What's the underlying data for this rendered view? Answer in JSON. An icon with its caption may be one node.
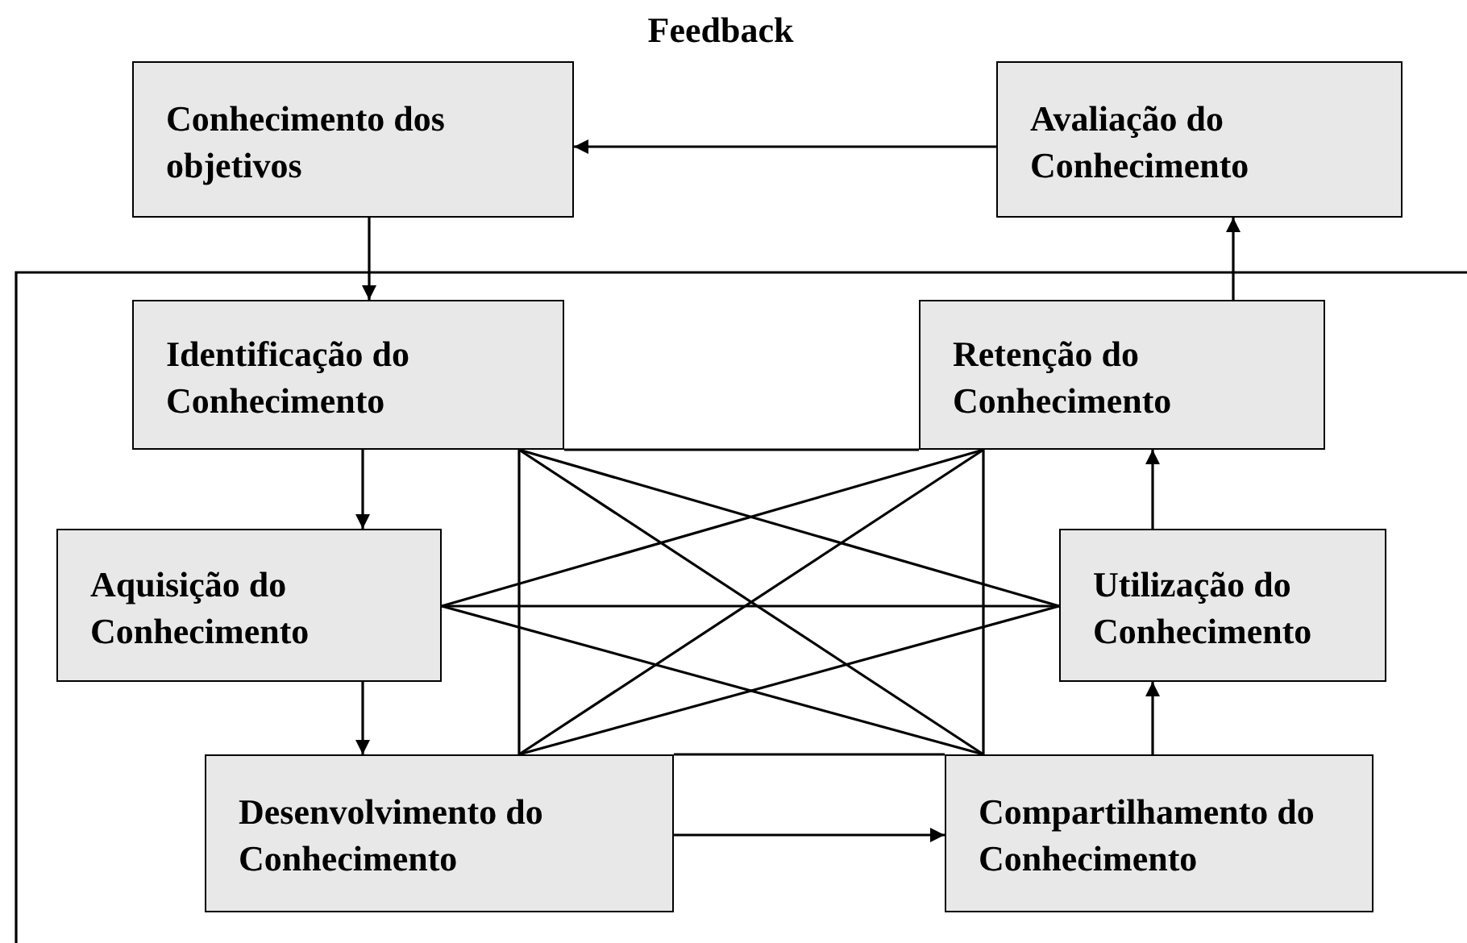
{
  "diagram": {
    "nodes": [
      {
        "text": [
          "Conhecimento dos objetivos"
        ]
      },
      {
        "text": [
          "Avaliação do Conhecimento"
        ]
      },
      {
        "text": [
          "Identificação do Conhecimento"
        ]
      },
      {
        "text": [
          "Retenção do Conhecimento"
        ]
      },
      {
        "text": [
          "Aquisição do Conhecimento"
        ]
      },
      {
        "text": [
          "Utilização do Conhecimento"
        ]
      },
      {
        "text": [
          "Desenvolvimento do Conhecimento"
        ]
      },
      {
        "text": [
          "Compartilhamento do Conhecimento"
        ]
      }
    ],
    "edges": [
      {
        "from": 1,
        "to": 0,
        "arrow": "to"
      },
      {
        "from": 0,
        "to": 2,
        "arrow": "to"
      },
      {
        "from": 2,
        "to": 4,
        "arrow": "to"
      },
      {
        "from": 4,
        "to": 6,
        "arrow": "to"
      },
      {
        "from": 6,
        "to": 7,
        "arrow": "to"
      },
      {
        "from": 7,
        "to": 5,
        "arrow": "to"
      },
      {
        "from": 5,
        "to": 3,
        "arrow": "to"
      },
      {
        "from": 3,
        "to": 1,
        "arrow": "to"
      },
      {
        "from": 2,
        "to": 3,
        "arrow": "none"
      },
      {
        "from": 2,
        "to": 6,
        "arrow": "none"
      },
      {
        "from": 3,
        "to": 7,
        "arrow": "none"
      },
      {
        "from": 2,
        "to": 7,
        "arrow": "none"
      },
      {
        "from": 6,
        "to": 3,
        "arrow": "none"
      },
      {
        "from": 4,
        "to": 3,
        "arrow": "none"
      },
      {
        "from": 4,
        "to": 7,
        "arrow": "none"
      },
      {
        "from": 4,
        "to": 5,
        "arrow": "none"
      },
      {
        "from": 5,
        "to": 2,
        "arrow": "none"
      },
      {
        "from": 5,
        "to": 6,
        "arrow": "none"
      },
      {
        "from": 6,
        "to": 7,
        "arrow": "none"
      }
    ],
    "labels": [
      "Feedback"
    ]
  }
}
